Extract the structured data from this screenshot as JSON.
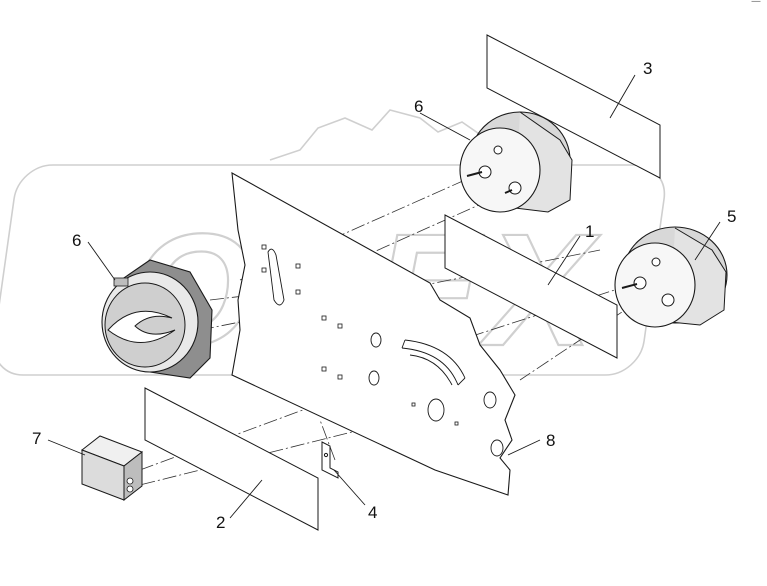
{
  "watermark": {
    "text": "OPEX",
    "color": "#d8d8d8"
  },
  "corner_mark": "—",
  "callouts": [
    {
      "id": "c1",
      "label": "1"
    },
    {
      "id": "c2",
      "label": "2"
    },
    {
      "id": "c3",
      "label": "3"
    },
    {
      "id": "c4",
      "label": "4"
    },
    {
      "id": "c5",
      "label": "5"
    },
    {
      "id": "c6a",
      "label": "6"
    },
    {
      "id": "c6b",
      "label": "6"
    },
    {
      "id": "c7",
      "label": "7"
    },
    {
      "id": "c8",
      "label": "8"
    }
  ],
  "colors": {
    "line": "#1a1a1a",
    "part_fill": "#f2f2f2",
    "shade": "#9a9a9a"
  }
}
